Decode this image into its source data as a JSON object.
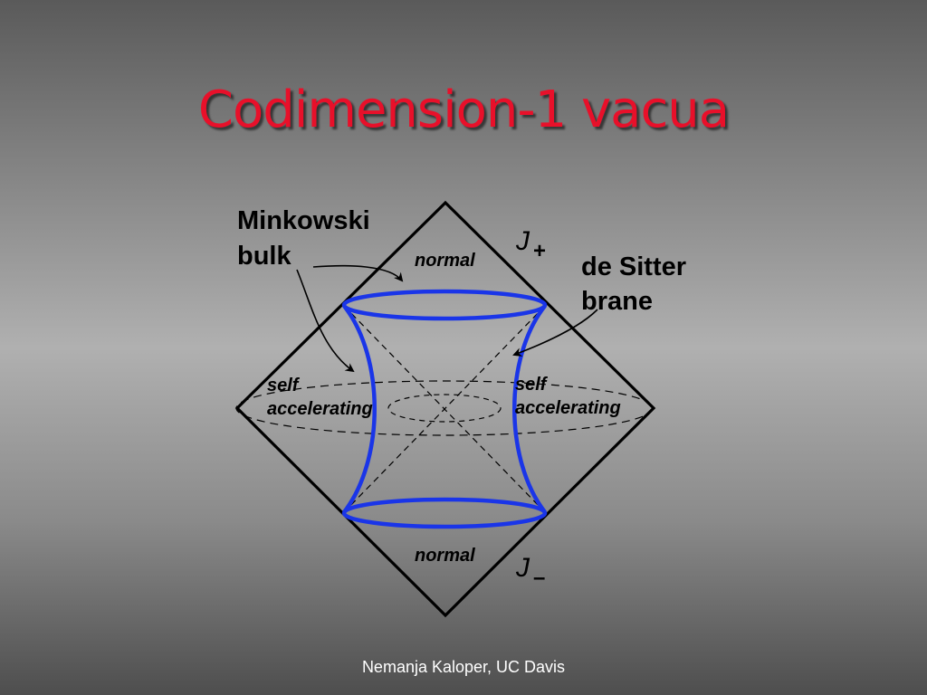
{
  "slide": {
    "title": "Codimension-1 vacua",
    "footer": "Nemanja Kaloper, UC Davis"
  },
  "diagram": {
    "labels": {
      "minkowski_line1": "Minkowski",
      "minkowski_line2": "bulk",
      "de_sitter_line1": "de Sitter",
      "de_sitter_line2": "brane",
      "normal_top": "normal",
      "normal_bottom": "normal",
      "self_left_line1": "self",
      "self_left_line2": "accelerating",
      "self_right_line1": "self",
      "self_right_line2": "accelerating",
      "j_plus": "J",
      "j_plus_sub": "+",
      "j_minus": "J",
      "j_minus_sub": "–"
    },
    "colors": {
      "brane": "#1a35e8",
      "outline": "#000000",
      "title": "#e8102a",
      "footer": "#ffffff"
    }
  }
}
